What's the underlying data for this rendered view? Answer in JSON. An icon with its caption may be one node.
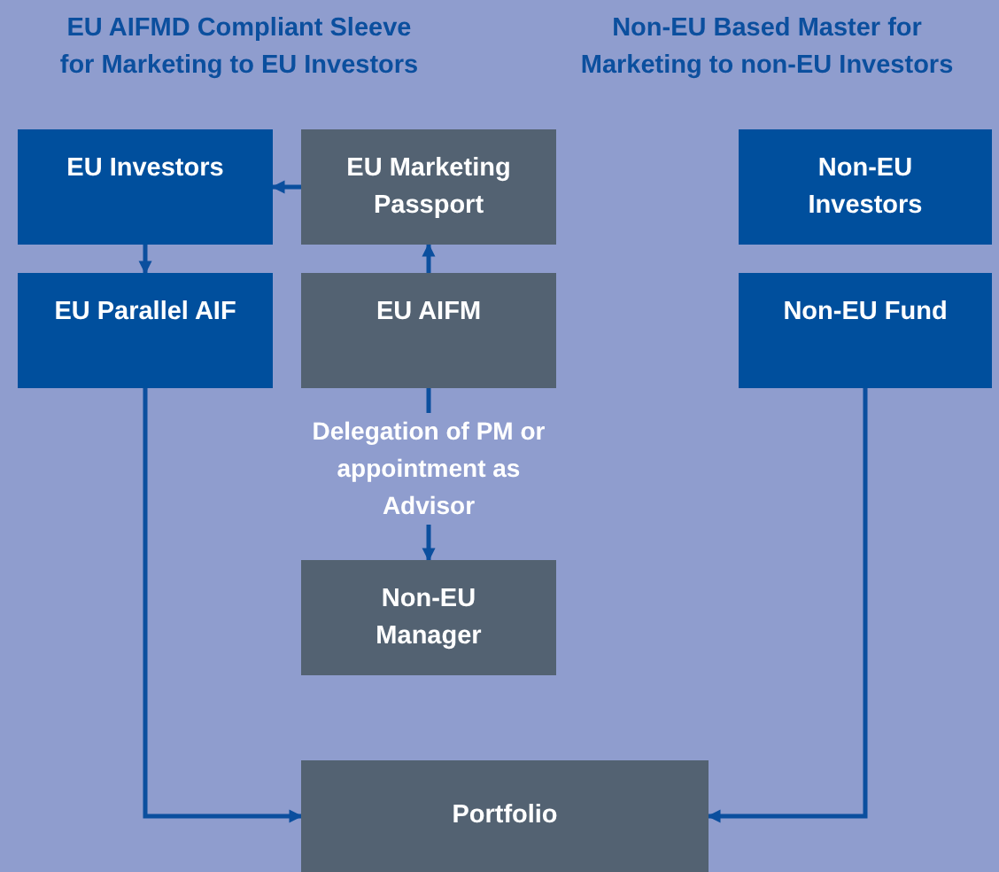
{
  "diagram": {
    "nodes": [
      {
        "text": [
          "EU Investors"
        ]
      },
      {
        "text": [
          "EU Marketing Passport"
        ]
      },
      {
        "text": [
          "Non-EU Investors"
        ]
      },
      {
        "text": [
          "EU Parallel AIF"
        ]
      },
      {
        "text": [
          "EU AIFM"
        ]
      },
      {
        "text": [
          "Non-EU Fund"
        ]
      },
      {
        "text": [
          "Non-EU Manager"
        ]
      },
      {
        "text": [
          "Portfolio"
        ]
      }
    ],
    "edges": [
      {
        "from": 1,
        "to": 0,
        "arrow": "to"
      },
      {
        "from": 0,
        "to": 3,
        "arrow": "to"
      },
      {
        "from": 4,
        "to": 1,
        "arrow": "to"
      },
      {
        "from": 4,
        "to": 6,
        "arrow": "to",
        "label": "Delegation of PM or appointment as Advisor"
      },
      {
        "from": 3,
        "to": 7,
        "arrow": "to"
      },
      {
        "from": 5,
        "to": 7,
        "arrow": "to"
      }
    ],
    "labels": [
      "EU AIFMD Compliant Sleeve for Marketing to EU Investors",
      "Non-EU Based Master for Marketing to non-EU Investors"
    ]
  }
}
